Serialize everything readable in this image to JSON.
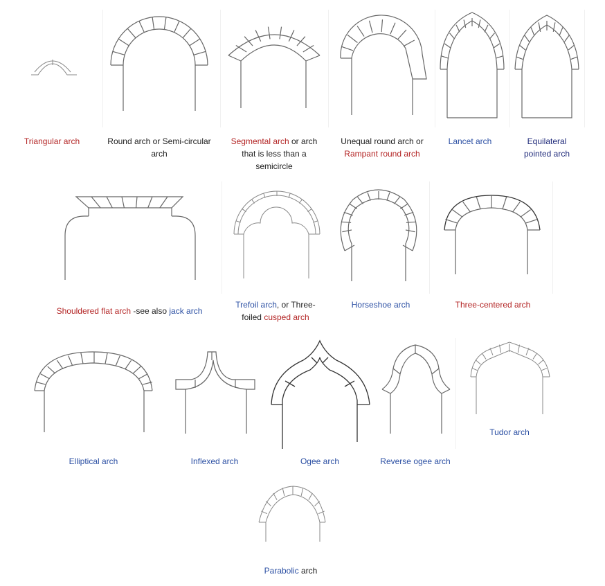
{
  "arches": [
    {
      "id": "triangular",
      "parts": [
        {
          "t": "Triangular arch",
          "c": "red",
          "link": true
        }
      ]
    },
    {
      "id": "round",
      "parts": [
        {
          "t": "Round arch or Semi-circular arch",
          "c": "blk",
          "link": false
        }
      ]
    },
    {
      "id": "segmental",
      "parts": [
        {
          "t": "Segmental arch",
          "c": "red",
          "link": true
        },
        {
          "t": " or arch that is less than a semicircle",
          "c": "blk",
          "link": false
        }
      ]
    },
    {
      "id": "unequal",
      "parts": [
        {
          "t": "Unequal round arch or ",
          "c": "blk",
          "link": false
        },
        {
          "t": "Rampant round arch",
          "c": "red",
          "link": true
        }
      ]
    },
    {
      "id": "lancet",
      "parts": [
        {
          "t": "Lancet arch",
          "c": "blue",
          "link": true
        }
      ]
    },
    {
      "id": "equilateral",
      "parts": [
        {
          "t": "Equilateral pointed arch",
          "c": "navy",
          "link": true
        }
      ]
    },
    {
      "id": "shouldered",
      "parts": [
        {
          "t": "Shouldered flat arch",
          "c": "red",
          "link": true
        },
        {
          "t": " -see also ",
          "c": "blk",
          "link": false
        },
        {
          "t": "jack arch",
          "c": "blue",
          "link": true
        }
      ]
    },
    {
      "id": "trefoil",
      "parts": [
        {
          "t": "Trefoil arch",
          "c": "blue",
          "link": true
        },
        {
          "t": ", or Three-foiled ",
          "c": "blk",
          "link": false
        },
        {
          "t": "cusped arch",
          "c": "red",
          "link": true
        }
      ]
    },
    {
      "id": "horseshoe",
      "parts": [
        {
          "t": "Horseshoe arch",
          "c": "blue",
          "link": true
        }
      ]
    },
    {
      "id": "three-centered",
      "parts": [
        {
          "t": "Three-centered arch",
          "c": "red",
          "link": true
        }
      ]
    },
    {
      "id": "elliptical",
      "parts": [
        {
          "t": "Elliptical arch",
          "c": "blue",
          "link": true
        }
      ]
    },
    {
      "id": "inflexed",
      "parts": [
        {
          "t": "Inflexed arch",
          "c": "blue",
          "link": true
        }
      ]
    },
    {
      "id": "ogee",
      "parts": [
        {
          "t": "Ogee arch",
          "c": "blue",
          "link": true
        }
      ]
    },
    {
      "id": "reverse-ogee",
      "parts": [
        {
          "t": "Reverse ogee arch",
          "c": "blue",
          "link": true
        }
      ]
    },
    {
      "id": "tudor",
      "parts": [
        {
          "t": "Tudor arch",
          "c": "blue",
          "link": true
        }
      ]
    },
    {
      "id": "parabolic",
      "parts": [
        {
          "t": "Parabolic",
          "c": "blue",
          "link": true
        },
        {
          "t": " arch",
          "c": "blk",
          "link": false
        }
      ]
    }
  ]
}
